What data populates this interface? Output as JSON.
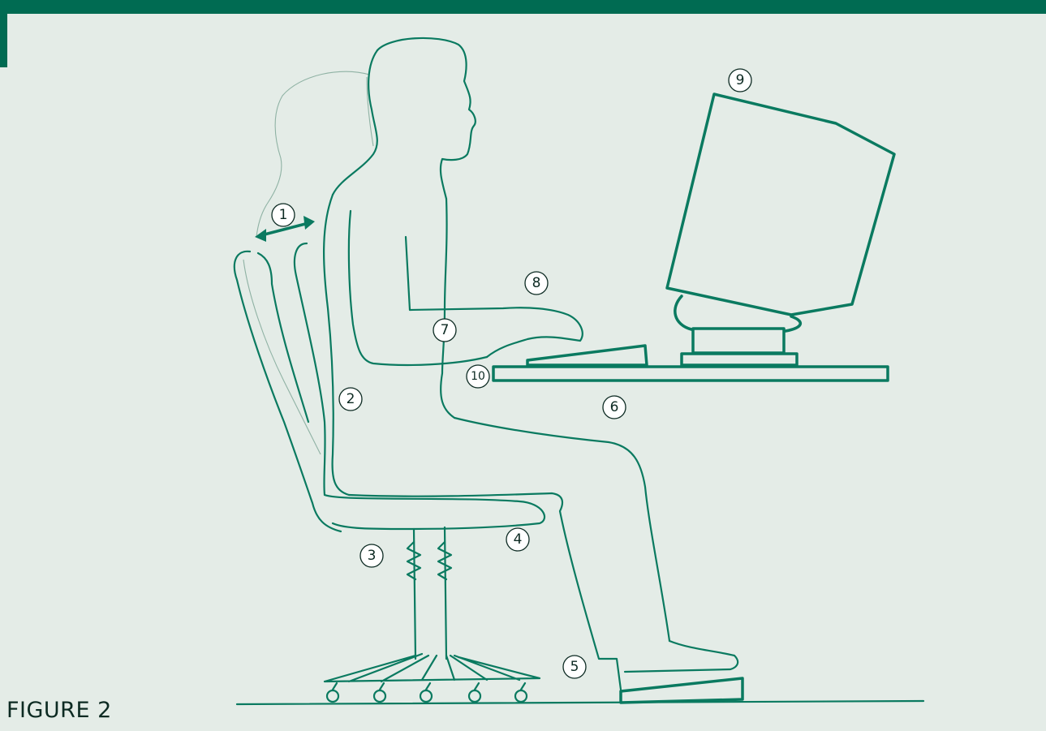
{
  "figure_label": "FIGURE 2",
  "callouts": [
    {
      "id": "callout-1",
      "label": "1"
    },
    {
      "id": "callout-2",
      "label": "2"
    },
    {
      "id": "callout-3",
      "label": "3"
    },
    {
      "id": "callout-4",
      "label": "4"
    },
    {
      "id": "callout-5",
      "label": "5"
    },
    {
      "id": "callout-6",
      "label": "6"
    },
    {
      "id": "callout-7",
      "label": "7"
    },
    {
      "id": "callout-8",
      "label": "8"
    },
    {
      "id": "callout-9",
      "label": "9"
    },
    {
      "id": "callout-10",
      "label": "10"
    }
  ],
  "colors": {
    "background": "#e4ece7",
    "accent_bar": "#006b52",
    "line_art": "#0a7a60",
    "ghost_outline": "#8fb2a4",
    "text": "#0c2a22"
  }
}
